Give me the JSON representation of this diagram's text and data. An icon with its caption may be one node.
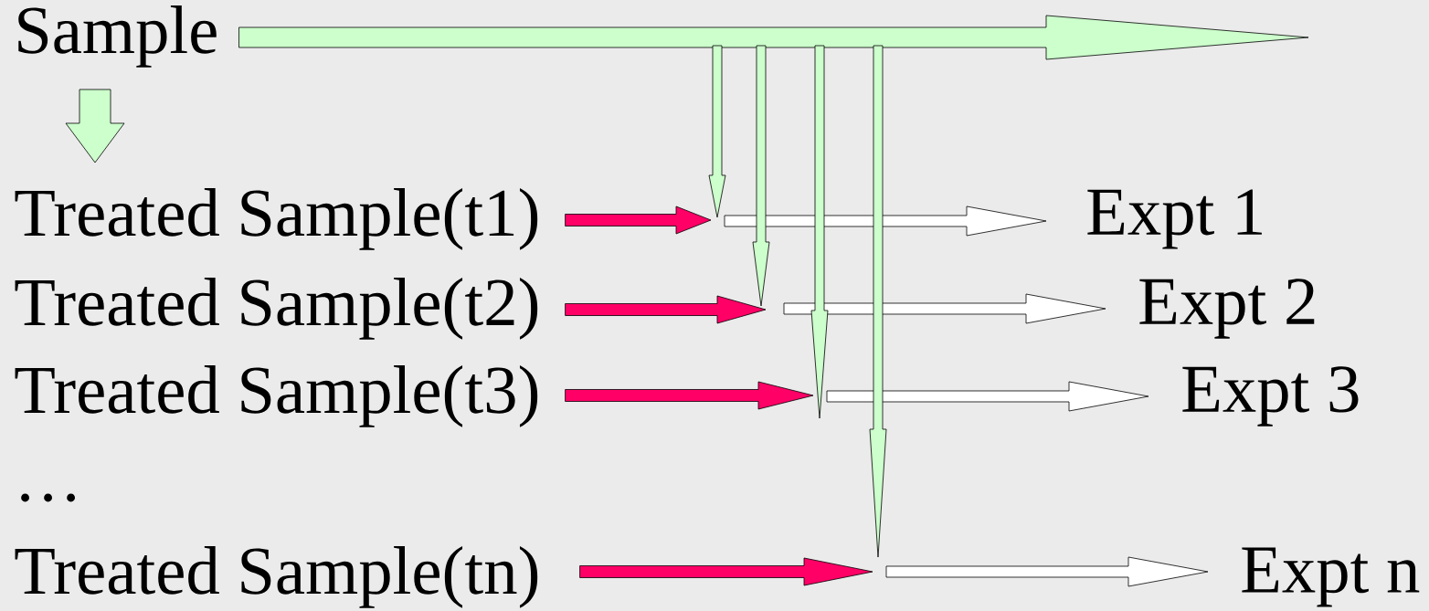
{
  "diagram": {
    "nodes": [
      {
        "text": [
          "Sample"
        ]
      },
      {
        "text": [
          "Treated Sample(t1)"
        ]
      },
      {
        "text": [
          "Treated Sample(t2)"
        ]
      },
      {
        "text": [
          "Treated Sample(t3)"
        ]
      },
      {
        "text": [
          "Treated Sample(tn)"
        ]
      },
      {
        "text": [
          "Expt 1"
        ]
      },
      {
        "text": [
          "Expt 2"
        ]
      },
      {
        "text": [
          "Expt 3"
        ]
      },
      {
        "text": [
          "Expt n"
        ]
      }
    ],
    "edges": [
      {
        "from": 0,
        "to": null,
        "arrow": "to"
      },
      {
        "from": 0,
        "to": 1,
        "arrow": "to"
      },
      {
        "from": 1,
        "to": null,
        "arrow": "to",
        "color": "#ff0066"
      },
      {
        "from": 2,
        "to": null,
        "arrow": "to",
        "color": "#ff0066"
      },
      {
        "from": 3,
        "to": null,
        "arrow": "to",
        "color": "#ff0066"
      },
      {
        "from": 4,
        "to": null,
        "arrow": "to",
        "color": "#ff0066"
      },
      {
        "from": null,
        "to": 5,
        "arrow": "to",
        "color": "#ffffff"
      },
      {
        "from": null,
        "to": 6,
        "arrow": "to",
        "color": "#ffffff"
      },
      {
        "from": null,
        "to": 7,
        "arrow": "to",
        "color": "#ffffff"
      },
      {
        "from": null,
        "to": 8,
        "arrow": "to",
        "color": "#ffffff"
      }
    ],
    "labels": [
      "…"
    ]
  }
}
